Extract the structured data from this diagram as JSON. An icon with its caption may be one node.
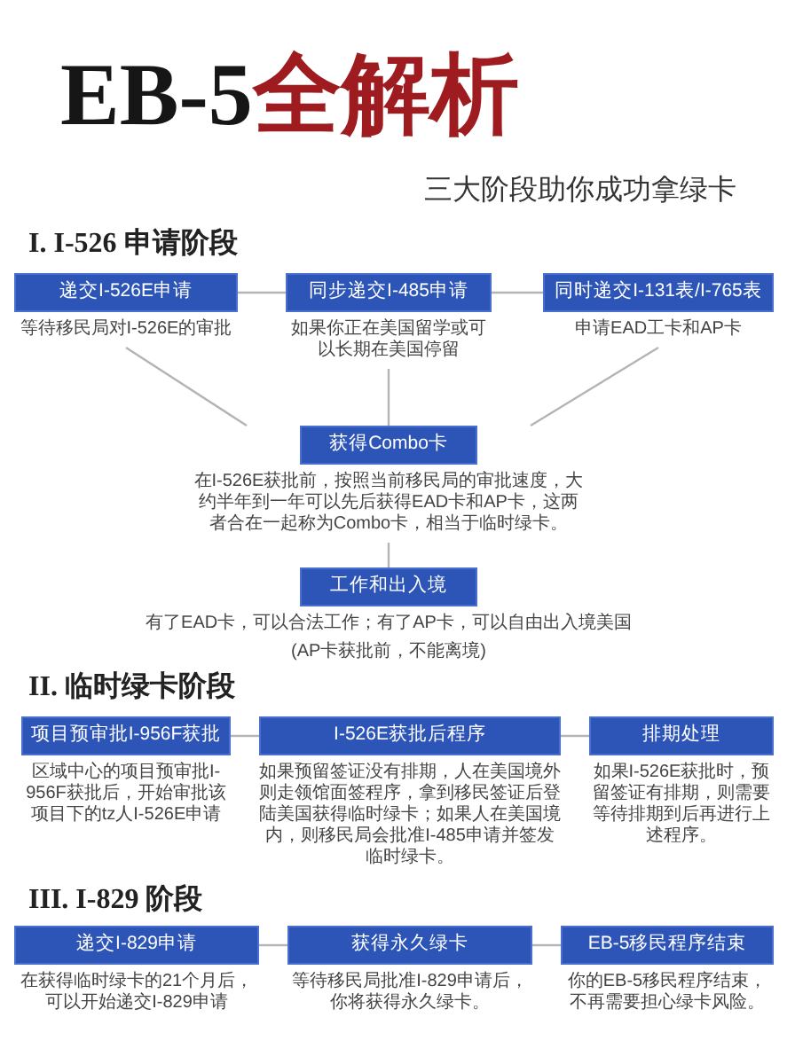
{
  "diagram": {
    "title": "EB-5全解析",
    "nodes": [
      {
        "text": [
          "递交I-526E申请"
        ],
        "beside": [
          "等待移民局对I-526E的审批"
        ]
      },
      {
        "text": [
          "同步递交I-485申请"
        ],
        "beside": [
          "如果你正在美国留学或可以长期在美国停留"
        ]
      },
      {
        "text": [
          "同时递交I-131表/I-765表"
        ],
        "beside": [
          "申请EAD工卡和AP卡"
        ]
      },
      {
        "text": [
          "获得Combo卡"
        ],
        "beside": [
          "在I-526E获批前，按照当前移民局的审批速度，大约半年到一年可以先后获得EAD卡和AP卡，这两者合在一起称为Combo卡，相当于临时绿卡。"
        ]
      },
      {
        "text": [
          "工作和出入境"
        ],
        "beside": [
          "有了EAD卡，可以合法工作；有了AP卡，可以自由出入境美国",
          "(AP卡获批前，不能离境)"
        ]
      },
      {
        "text": [
          "项目预审批I-956F获批"
        ],
        "beside": [
          "区域中心的项目预审批I-956F获批后，开始审批该项目下的tz人I-526E申请"
        ]
      },
      {
        "text": [
          "I-526E获批后程序"
        ],
        "beside": [
          "如果预留签证没有排期，人在美国境外则走领馆面签程序，拿到移民签证后登陆美国获得临时绿卡；如果人在美国境内，则移民局会批准I-485申请并签发临时绿卡。"
        ]
      },
      {
        "text": [
          "排期处理"
        ],
        "beside": [
          "如果I-526E获批时，预留签证有排期，则需要等待排期到后再进行上述程序。"
        ]
      },
      {
        "text": [
          "递交I-829申请"
        ],
        "beside": [
          "在获得临时绿卡的21个月后，可以开始递交I-829申请"
        ]
      },
      {
        "text": [
          "获得永久绿卡"
        ],
        "beside": [
          "等待移民局批准I-829申请后，你将获得永久绿卡。"
        ]
      },
      {
        "text": [
          "EB-5移民程序结束"
        ],
        "beside": [
          "你的EB-5移民程序结束，不再需要担心绿卡风险。"
        ]
      }
    ],
    "edges": [
      {
        "from": 0,
        "to": 1,
        "arrow": "none"
      },
      {
        "from": 1,
        "to": 2,
        "arrow": "none"
      },
      {
        "from": 0,
        "to": 3,
        "arrow": "none"
      },
      {
        "from": 1,
        "to": 3,
        "arrow": "none"
      },
      {
        "from": 2,
        "to": 3,
        "arrow": "none"
      },
      {
        "from": 3,
        "to": 4,
        "arrow": "none"
      },
      {
        "from": 5,
        "to": 6,
        "arrow": "none"
      },
      {
        "from": 6,
        "to": 7,
        "arrow": "none"
      },
      {
        "from": 8,
        "to": 9,
        "arrow": "none"
      },
      {
        "from": 9,
        "to": 10,
        "arrow": "none"
      }
    ],
    "labels": [
      "三大阶段助你成功拿绿卡",
      "I. I-526 申请阶段",
      "II. 临时绿卡阶段",
      "III. I-829 阶段"
    ]
  }
}
